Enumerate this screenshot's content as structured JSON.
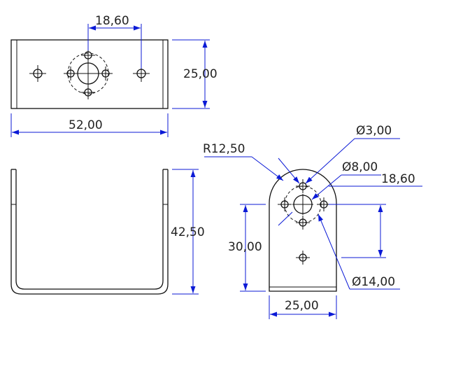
{
  "dimensions": {
    "top_hole_spacing": "18,60",
    "top_height": "25,00",
    "top_width": "52,00",
    "front_height": "42,50",
    "side_radius": "R12,50",
    "side_hole_small": "Ø3,00",
    "side_hole_mid": "Ø8,00",
    "side_hole_spacing": "18,60",
    "side_hole_height": "30,00",
    "side_hole_large": "Ø14,00",
    "side_width": "25,00"
  },
  "colors": {
    "dimension_line": "#0b1ad6",
    "part_line": "#111111",
    "text": "#222222"
  }
}
